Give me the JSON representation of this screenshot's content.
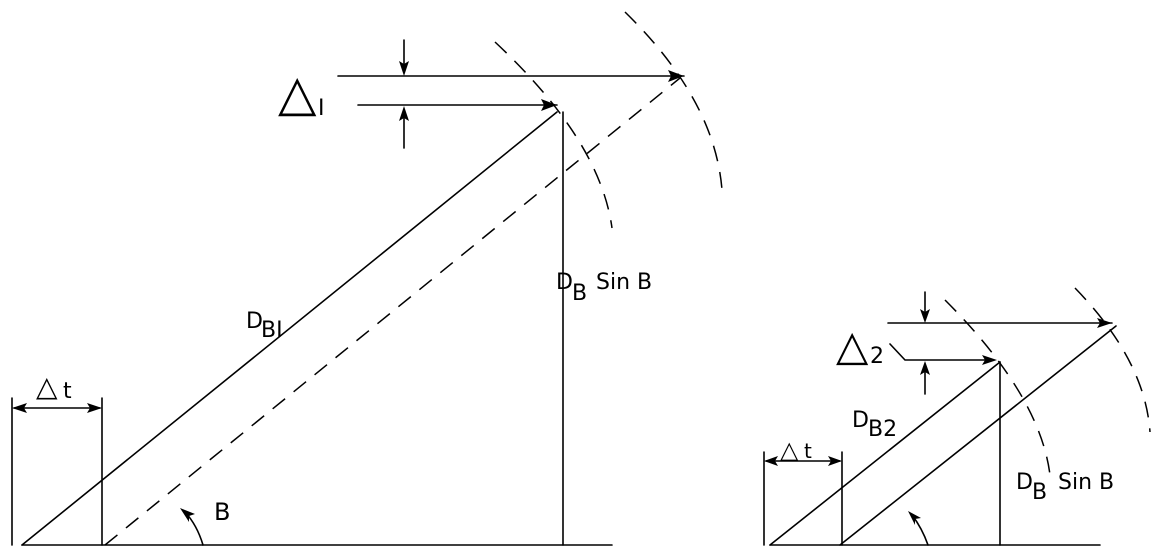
{
  "left_figure": {
    "delta_label": {
      "symbol": "△",
      "subscript": "I"
    },
    "hyp_label": {
      "main": "D",
      "subscript": "BI"
    },
    "vert_label": {
      "main": "D",
      "subscript": "B",
      "rest": "Sin B"
    },
    "dt_label": {
      "symbol": "△",
      "letter": "t"
    },
    "angle_label": "B"
  },
  "right_figure": {
    "delta_label": {
      "symbol": "△",
      "subscript": "2"
    },
    "hyp_label": {
      "main": "D",
      "subscript": "B2"
    },
    "vert_label": {
      "main": "D",
      "subscript": "B",
      "rest": "Sin B"
    },
    "dt_label": {
      "symbol": "△",
      "letter": "t"
    }
  }
}
